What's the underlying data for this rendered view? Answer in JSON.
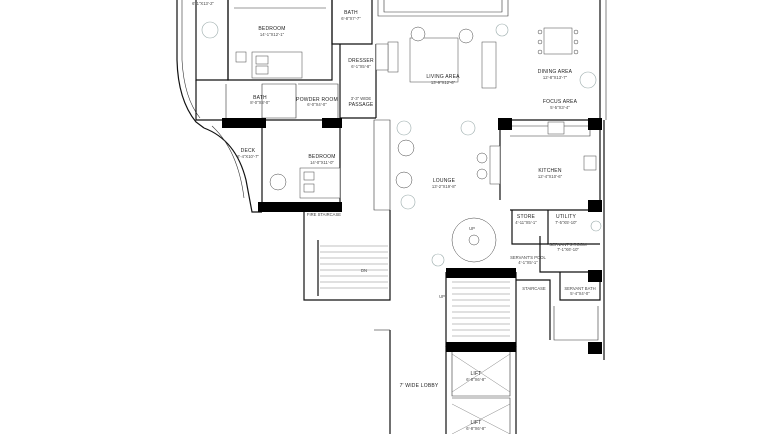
{
  "rooms": {
    "top_left_dim": "6'-1\"X13'-2\"",
    "bath_top": {
      "name": "BATH",
      "dim": "6'-8\"X7'-7\""
    },
    "bedroom1": {
      "name": "BEDROOM",
      "dim": "14'-1\"X12'-1\""
    },
    "dresser": {
      "name": "DRESSER",
      "dim": "6'-1\"X5'-8\""
    },
    "living": {
      "name": "LIVING AREA",
      "dim": "13'-9\"X12'-6\""
    },
    "dining": {
      "name": "DINING AREA",
      "dim": "12'-8\"X13'-7\""
    },
    "bath2": {
      "name": "BATH",
      "dim": "8'-0\"X8'-0\""
    },
    "powder": {
      "name": "POWDER ROOM",
      "dim": "6'-0\"X4'-0\""
    },
    "passage": {
      "name": "PASSAGE",
      "dim": "3'-3\" WIDE"
    },
    "foyer": {
      "name": "FOCUS AREA",
      "dim": "5'-5\"X3'-4\""
    },
    "deck": {
      "name": "DECK",
      "dim": "6'-4\"X10'-7\""
    },
    "bedroom2": {
      "name": "BEDROOM",
      "dim": "14'-0\"X11'-0\""
    },
    "lounge": {
      "name": "LOUNGE",
      "dim": "13'-2\"X19'-8\""
    },
    "kitchen": {
      "name": "KITCHEN",
      "dim": "12'-4\"X10'-6\""
    },
    "fire_stair": {
      "name": "FIRE STAIRCASE"
    },
    "store": {
      "name": "STORE",
      "dim": "4'-11\"X5'-1\""
    },
    "utility": {
      "name": "UTILITY",
      "dim": "7'-5\"X5'-10\""
    },
    "servant": {
      "name": "SERVANT'S ROOM",
      "dim": "7'-1\"X6'-10\""
    },
    "servant_pool": {
      "name": "SERVANT'S POOL",
      "dim": "4'-1\"X5'-1\""
    },
    "staircase": {
      "name": "STAIRCASE"
    },
    "servant_bath": {
      "name": "SERVANT BATH",
      "dim": "5'-4\"X4'-0\""
    },
    "lobby": {
      "name": "7' WIDE LOBBY"
    },
    "lift1": {
      "name": "LIFT",
      "dim": "6'-8\"X6'-8\""
    },
    "lift2": {
      "name": "LIFT",
      "dim": "6'-8\"X6'-8\""
    },
    "up_mark": "UP",
    "dn_mark": "DN"
  }
}
